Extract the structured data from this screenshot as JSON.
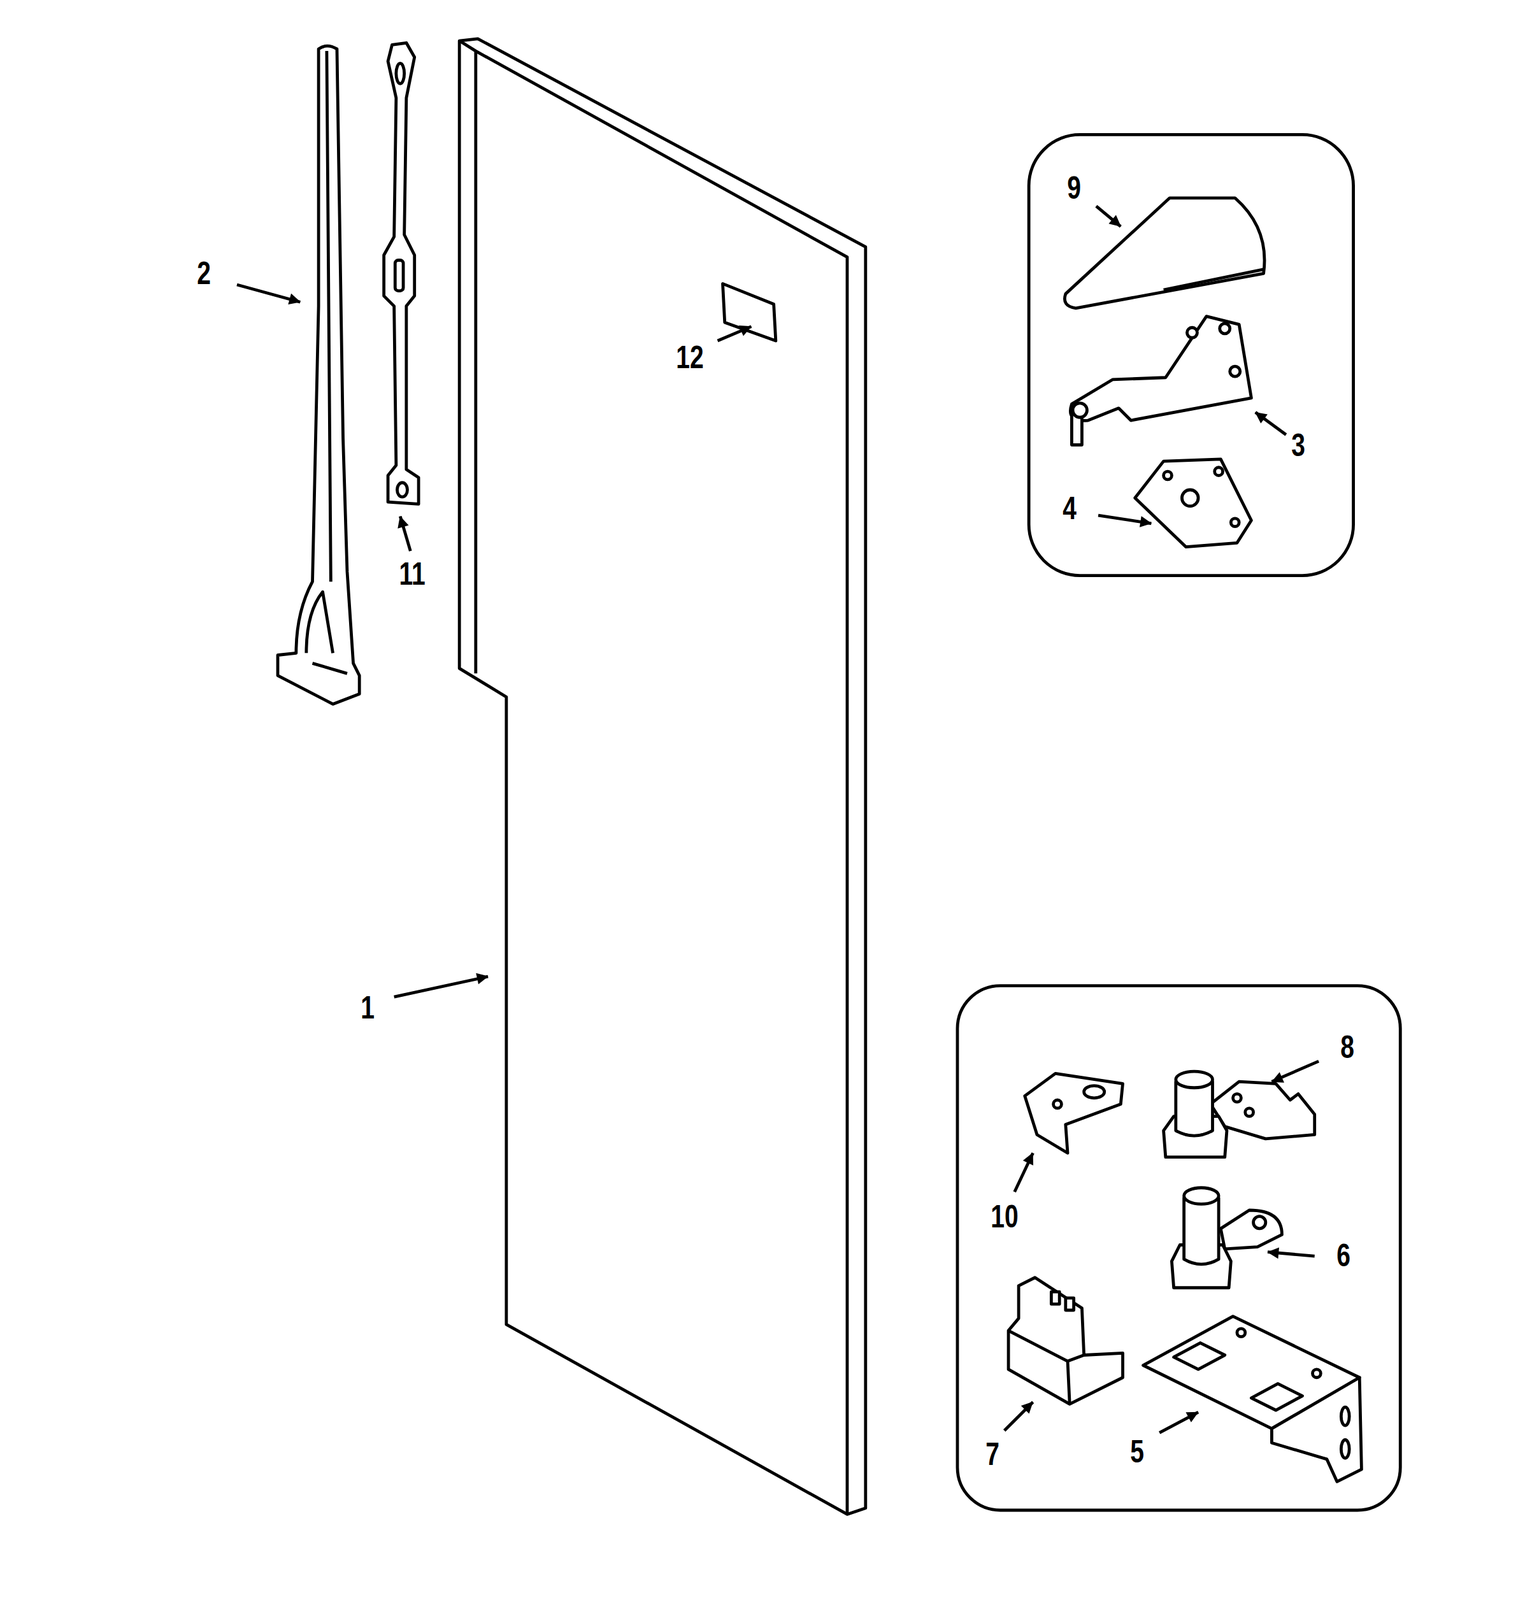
{
  "diagram": {
    "labels": [
      "2",
      "11",
      "12",
      "1",
      "9",
      "3",
      "4",
      "8",
      "10",
      "6",
      "7",
      "5"
    ]
  }
}
